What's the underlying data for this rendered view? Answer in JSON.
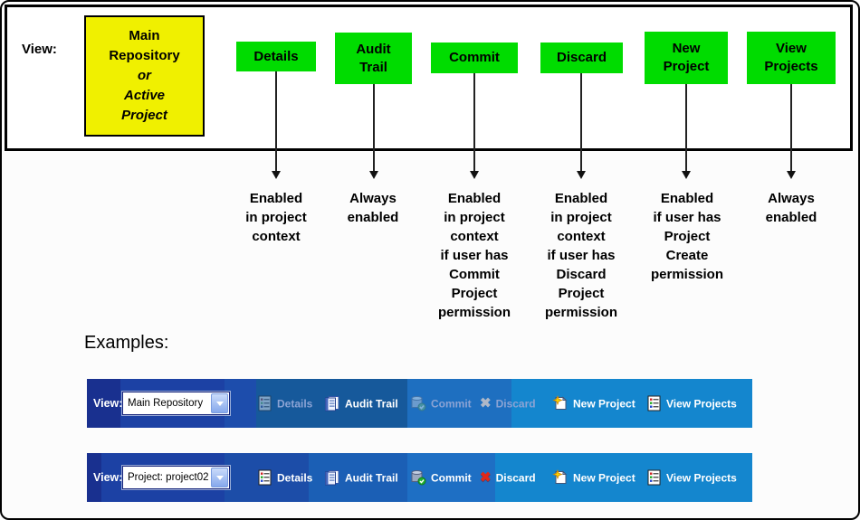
{
  "diagram": {
    "view_label": "View:",
    "source_box": {
      "line1": "Main",
      "line2": "Repository",
      "line3": "or",
      "line4": "Active",
      "line5": "Project"
    },
    "buttons": [
      {
        "label": "Details"
      },
      {
        "label": "Audit\nTrail"
      },
      {
        "label": "Commit"
      },
      {
        "label": "Discard"
      },
      {
        "label": "New\nProject"
      },
      {
        "label": "View\nProjects"
      }
    ],
    "descriptions": [
      {
        "text": "Enabled\nin project\ncontext"
      },
      {
        "text": "Always\nenabled"
      },
      {
        "text": "Enabled\nin project\ncontext\nif user has\nCommit\nProject\npermission"
      },
      {
        "text": "Enabled\nin project\ncontext\nif user has\nDiscard\nProject\npermission"
      },
      {
        "text": "Enabled\nif user has\nProject\nCreate\npermission"
      },
      {
        "text": "Always\nenabled"
      }
    ]
  },
  "examples": {
    "heading": "Examples:",
    "toolbars": [
      {
        "view_label": "View:",
        "dropdown_value": "Main Repository",
        "items": [
          {
            "label": "Details",
            "icon": "details-icon",
            "enabled": false
          },
          {
            "label": "Audit Trail",
            "icon": "audit-trail-icon",
            "enabled": true
          },
          {
            "label": "Commit",
            "icon": "commit-icon",
            "enabled": false
          },
          {
            "label": "Discard",
            "icon": "discard-x-icon",
            "enabled": false
          },
          {
            "label": "New Project",
            "icon": "new-project-icon",
            "enabled": true
          },
          {
            "label": "View Projects",
            "icon": "view-projects-icon",
            "enabled": true
          }
        ]
      },
      {
        "view_label": "View:",
        "dropdown_value": "Project: project02",
        "items": [
          {
            "label": "Details",
            "icon": "details-icon",
            "enabled": true
          },
          {
            "label": "Audit Trail",
            "icon": "audit-trail-icon",
            "enabled": true
          },
          {
            "label": "Commit",
            "icon": "commit-icon",
            "enabled": true
          },
          {
            "label": "Discard",
            "icon": "discard-x-icon",
            "enabled": true
          },
          {
            "label": "New Project",
            "icon": "new-project-icon",
            "enabled": true
          },
          {
            "label": "View Projects",
            "icon": "view-projects-icon",
            "enabled": true
          }
        ]
      }
    ]
  },
  "icons": {
    "discard_glyph": "✖"
  },
  "colors": {
    "button_green": "#00dc00",
    "box_yellow": "#f0f000",
    "toolbar_enabled_text": "#ffffff",
    "toolbar_disabled_text": "#8ba3d4",
    "discard_x_red": "#e02818",
    "discard_x_disabled": "#aeb8c8",
    "toolbar_blues": [
      "#19308f",
      "#1c41a4",
      "#16599b",
      "#1e6fc0",
      "#1486ce"
    ]
  }
}
